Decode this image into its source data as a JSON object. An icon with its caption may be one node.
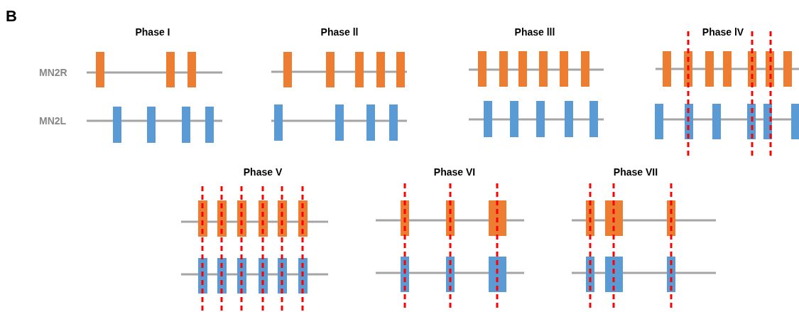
{
  "diagram": {
    "labels": [
      "B",
      "Phase I",
      "Phase ll",
      "Phase lll",
      "Phase lV",
      "MN2R",
      "MN2L",
      "Phase V",
      "Phase VI",
      "Phase VII"
    ]
  }
}
